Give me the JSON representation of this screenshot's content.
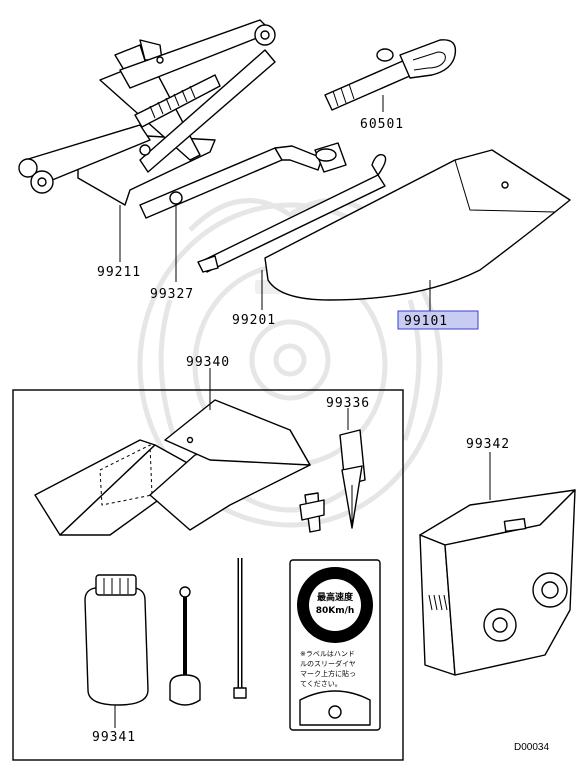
{
  "diagram": {
    "callouts": {
      "jack": "99211",
      "jack_handle": "99327",
      "wrench_bar": "99201",
      "tool_bag": "99101",
      "towing_hook": "60501",
      "repair_kit": "99340",
      "valve_tool": "99336",
      "compressor": "99342",
      "sealant": "99341"
    },
    "highlighted_callout": "99101",
    "highlight_color": "#c9ccf2",
    "sign_speed_label": "最高速度",
    "sign_speed_value": "80Km/h",
    "sign_notes": [
      "※ラベルはハンド",
      "ルのスリーダイヤ",
      "マーク上方に貼っ",
      "てください。"
    ],
    "diagram_code": "D00034"
  }
}
